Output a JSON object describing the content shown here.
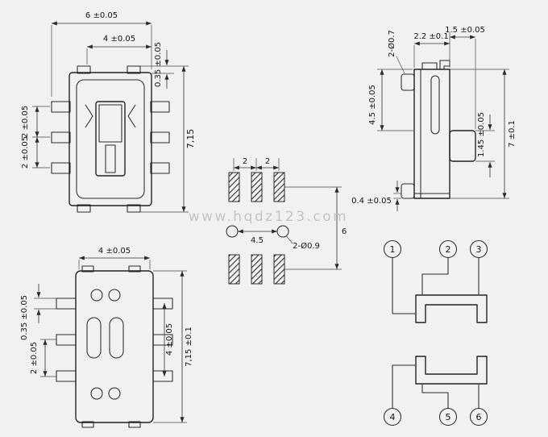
{
  "watermark": "www.hqdz123.com",
  "front_view": {
    "dim_width_overall": "6 ±0.05",
    "dim_width_inner": "4 ±0.05",
    "dim_step": "0.35 ±0.05",
    "dim_pitch_upper": "2 ±0.05",
    "dim_pitch_lower": "2 ±0.05",
    "dim_height": "7,15"
  },
  "side_view": {
    "dim_holes": "2-Ø0.7",
    "dim_thickness": "2.2 ±0.1",
    "dim_knob_protrusion": "1.5 ±0.05",
    "dim_top_to_knob": "4.5 ±0.05",
    "dim_knob_height": "1.45 ±0.05",
    "dim_height": "7 ±0.1",
    "dim_base": "0.4 ±0.05"
  },
  "footprint": {
    "dim_pitch_left": "2",
    "dim_pitch_right": "2",
    "dim_hole_span": "4.5",
    "dim_holes": "2-Ø0.9",
    "dim_row_span": "6"
  },
  "bottom_view": {
    "dim_width": "4 ±0.05",
    "dim_step": "0.35 ±0.05",
    "dim_pitch": "2 ±0.05",
    "dim_pin_span": "4 ±0.05",
    "dim_height": "7,15 ±0.1"
  },
  "schematic": {
    "terminals": [
      "1",
      "2",
      "3",
      "4",
      "5",
      "6"
    ]
  },
  "colors": {
    "line": "#232323",
    "background": "#f2f1ef",
    "watermark": "#bdbcba"
  }
}
